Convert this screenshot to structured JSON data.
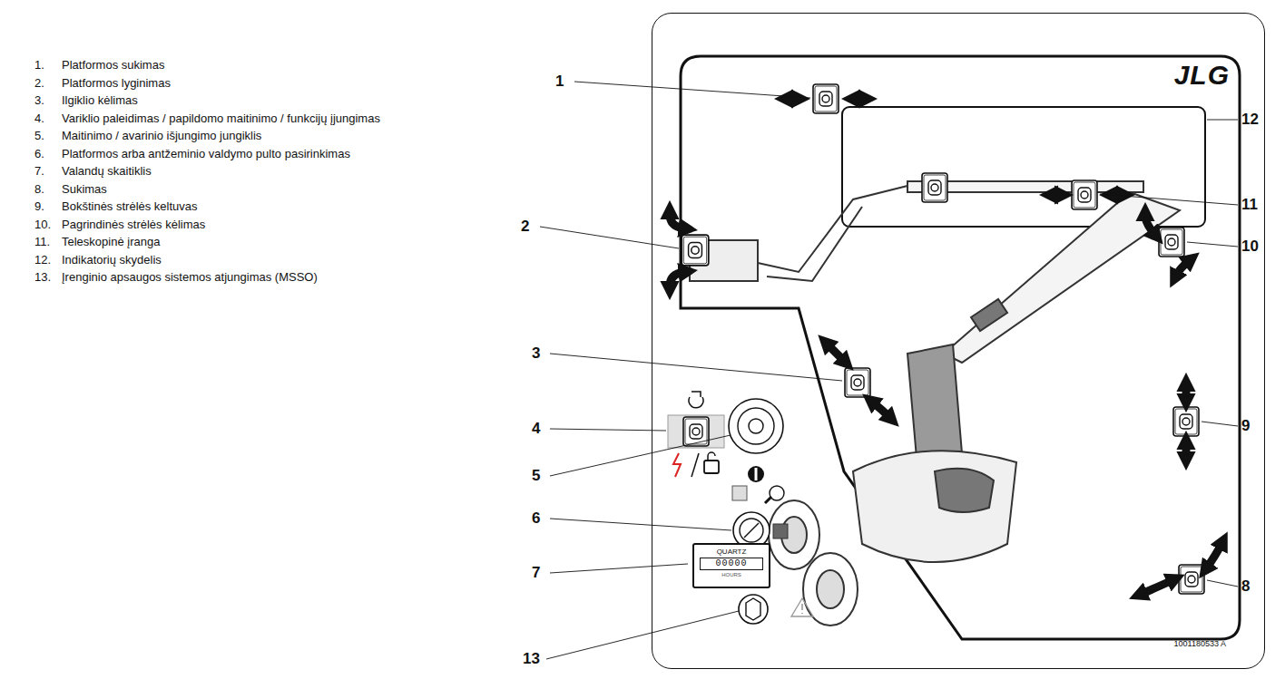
{
  "diagram": {
    "nodes": [
      {
        "text": [
          "JLG",
          "1001180533 A"
        ]
      },
      {
        "text": [
          "QUARTZ",
          "00000",
          "HOURS"
        ],
        "in": 0
      }
    ],
    "labels": [
      "1.",
      "Platformos sukimas",
      "2.",
      "Platformos lyginimas",
      "3.",
      "Ilgiklio kėlimas",
      "4.",
      "Variklio paleidimas / papildomo maitinimo / funkcijų įjungimas",
      "5.",
      "Maitinimo / avarinio išjungimo jungiklis",
      "6.",
      "Platformos arba antžeminio valdymo pulto pasirinkimas",
      "7.",
      "Valandų skaitiklis",
      "8.",
      "Sukimas",
      "9.",
      "Bokštinės strėlės keltuvas",
      "10.",
      "Pagrindinės strėlės kėlimas",
      "11.",
      "Teleskopinė įranga",
      "12.",
      "Indikatorių skydelis",
      "13.",
      "Įrenginio apsaugos sistemos atjungimas (MSSO)",
      "1",
      "12",
      "2",
      "11",
      "3",
      "10",
      "4",
      "5",
      "9",
      "6",
      "7",
      "8",
      "13"
    ]
  }
}
